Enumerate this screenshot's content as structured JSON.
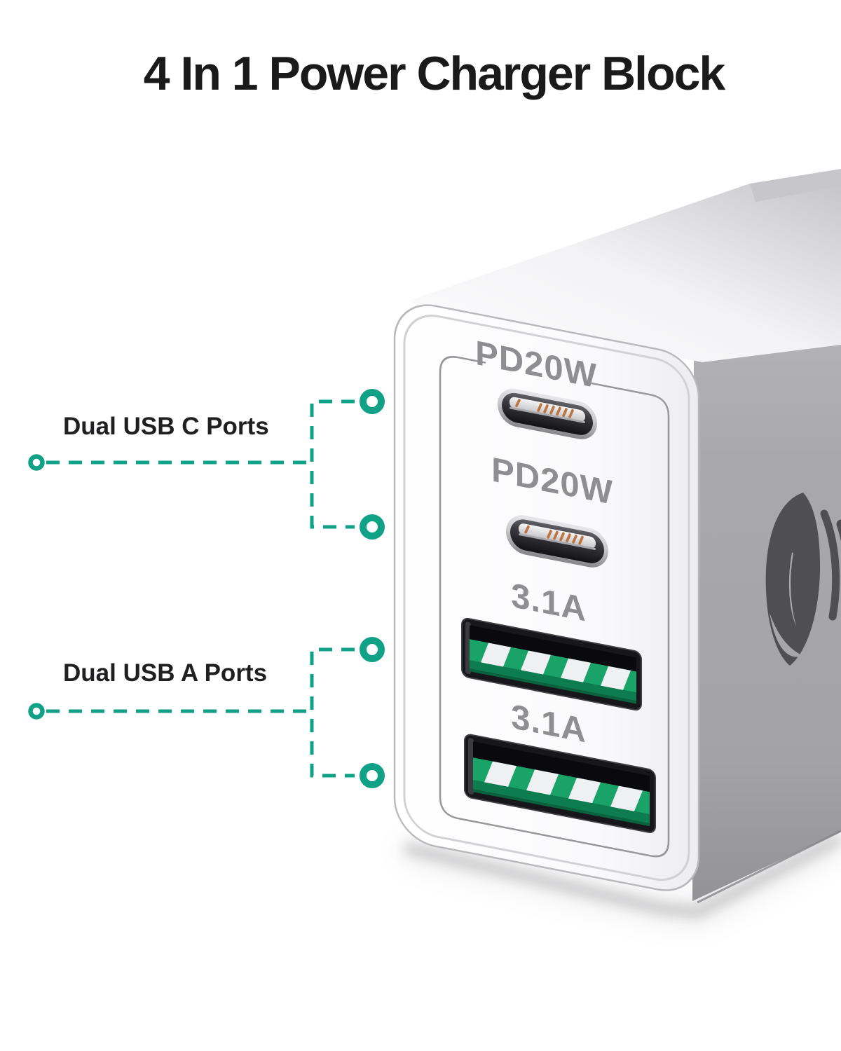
{
  "title": "4 In 1 Power Charger Block",
  "callouts": [
    {
      "label": "Dual USB C Ports"
    },
    {
      "label": "Dual USB A Ports"
    }
  ],
  "charger": {
    "ports": [
      {
        "type": "USB-C",
        "label": "PD20W"
      },
      {
        "type": "USB-C",
        "label": "PD20W"
      },
      {
        "type": "USB-A",
        "label": "3.1A"
      },
      {
        "type": "USB-A",
        "label": "3.1A"
      }
    ]
  },
  "colors": {
    "accent_teal": "#10a287",
    "usb_a_green": "#1aa368",
    "title_text": "#1a1a1a",
    "etched_text": "#8f8f93",
    "charger_side_gray": "#a7a7ab"
  }
}
